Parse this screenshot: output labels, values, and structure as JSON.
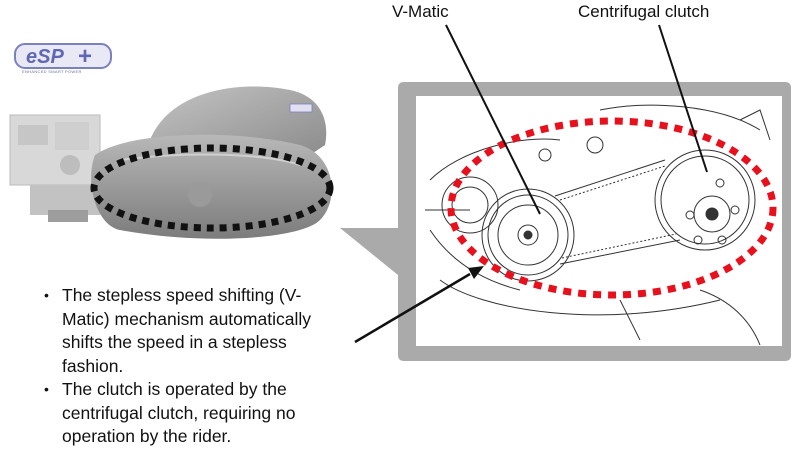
{
  "logo": {
    "text": "eSP+",
    "tagline": "ENHANCED SMART POWER"
  },
  "labels": {
    "vmatic": "V-Matic",
    "clutch": "Centrifugal clutch"
  },
  "bullets": [
    "The stepless speed shifting (V-Matic) mechanism automatically shifts the speed in a stepless fashion.",
    "The clutch is operated by the centrifugal clutch, requiring no operation by the rider."
  ],
  "colors": {
    "dash": "#e8101c",
    "callout_bg": "#aaaaaa",
    "engine": "#a9a9a9"
  }
}
